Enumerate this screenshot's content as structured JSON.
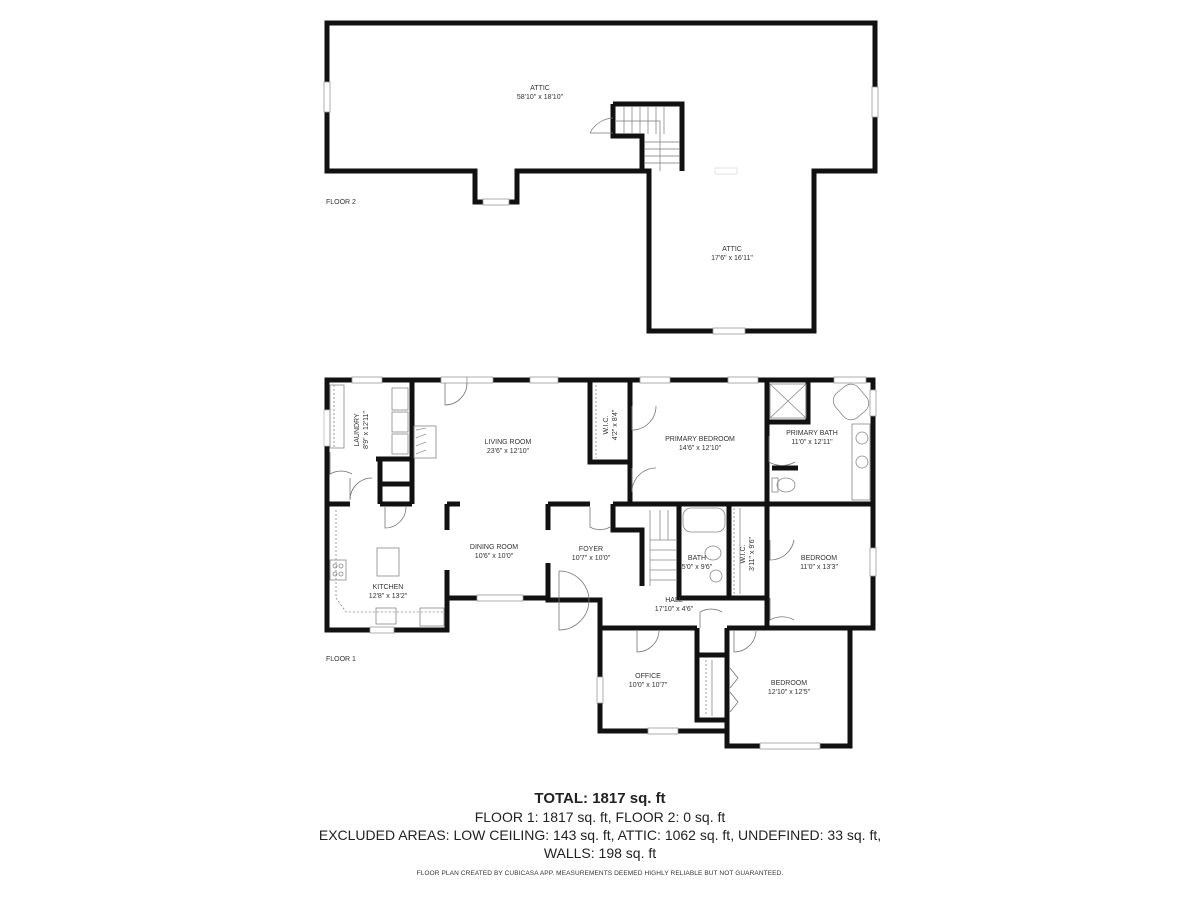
{
  "floor2": {
    "label": "FLOOR 2",
    "rooms": [
      {
        "name": "ATTIC",
        "size": "58'10\" x 18'10\""
      },
      {
        "name": "ATTIC",
        "size": "17'6\" x 16'11\""
      }
    ]
  },
  "floor1": {
    "label": "FLOOR 1",
    "rooms": [
      {
        "name": "LAUNDRY",
        "size": "8'9\" x 12'11\""
      },
      {
        "name": "LIVING ROOM",
        "size": "23'6\" x 12'10\""
      },
      {
        "name": "W.I.C.",
        "size": "4'2\" x 8'4\""
      },
      {
        "name": "PRIMARY BEDROOM",
        "size": "14'6\" x 12'10\""
      },
      {
        "name": "PRIMARY BATH",
        "size": "11'0\" x 12'11\""
      },
      {
        "name": "KITCHEN",
        "size": "12'8\" x 13'2\""
      },
      {
        "name": "DINING ROOM",
        "size": "10'6\" x 10'0\""
      },
      {
        "name": "FOYER",
        "size": "10'7\" x 10'0\""
      },
      {
        "name": "BATH",
        "size": "5'0\" x 9'6\""
      },
      {
        "name": "W.I.C.",
        "size": "3'11\" x 9'6\""
      },
      {
        "name": "BEDROOM",
        "size": "11'0\" x 13'3\""
      },
      {
        "name": "HALL",
        "size": "17'10\" x 4'6\""
      },
      {
        "name": "OFFICE",
        "size": "10'0\" x 10'7\""
      },
      {
        "name": "BEDROOM",
        "size": "12'10\" x 12'5\""
      }
    ]
  },
  "summary": {
    "total": "TOTAL: 1817 sq. ft",
    "floors": "FLOOR 1: 1817 sq. ft, FLOOR 2: 0 sq. ft",
    "excluded": "EXCLUDED AREAS: LOW CEILING: 143 sq. ft, ATTIC: 1062 sq. ft, UNDEFINED: 33 sq. ft,",
    "walls": "WALLS: 198 sq. ft"
  },
  "footer": "FLOOR PLAN CREATED BY CUBICASA APP. MEASUREMENTS DEEMED HIGHLY RELIABLE BUT NOT GUARANTEED.",
  "colors": {
    "wall": "#111111",
    "fixture": "#888888",
    "window": "#999999"
  }
}
